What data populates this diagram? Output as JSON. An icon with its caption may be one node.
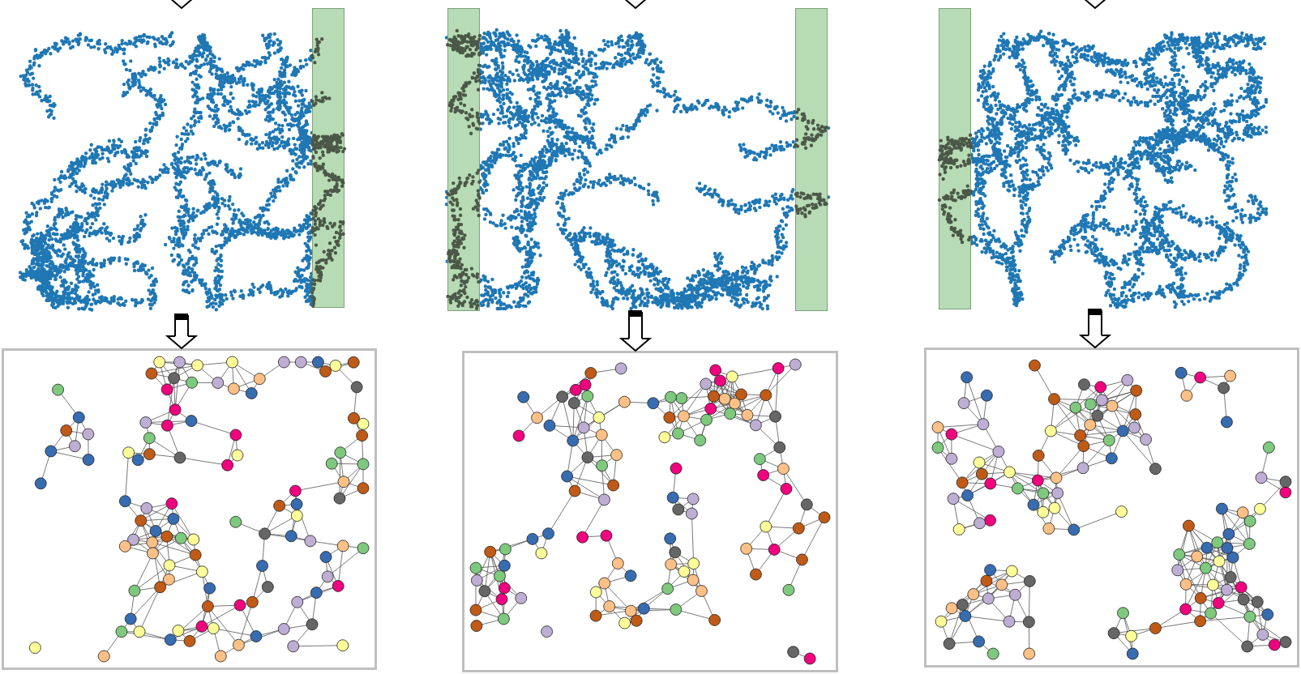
{
  "diagram": {
    "nodes": [
      {
        "text": [],
        "shape": "picture"
      },
      {
        "text": [],
        "shape": "picture"
      },
      {
        "text": [],
        "shape": "picture"
      },
      {
        "text": [],
        "shape": "picture"
      },
      {
        "text": [],
        "shape": "picture"
      },
      {
        "text": [],
        "shape": "picture"
      }
    ],
    "edges": [
      {
        "from": null,
        "to": 0,
        "arrow": "to"
      },
      {
        "from": null,
        "to": 1,
        "arrow": "to"
      },
      {
        "from": null,
        "to": 2,
        "arrow": "to"
      },
      {
        "from": 0,
        "to": 3,
        "arrow": "to"
      },
      {
        "from": 1,
        "to": 4,
        "arrow": "to"
      },
      {
        "from": 2,
        "to": 5,
        "arrow": "to"
      }
    ]
  }
}
